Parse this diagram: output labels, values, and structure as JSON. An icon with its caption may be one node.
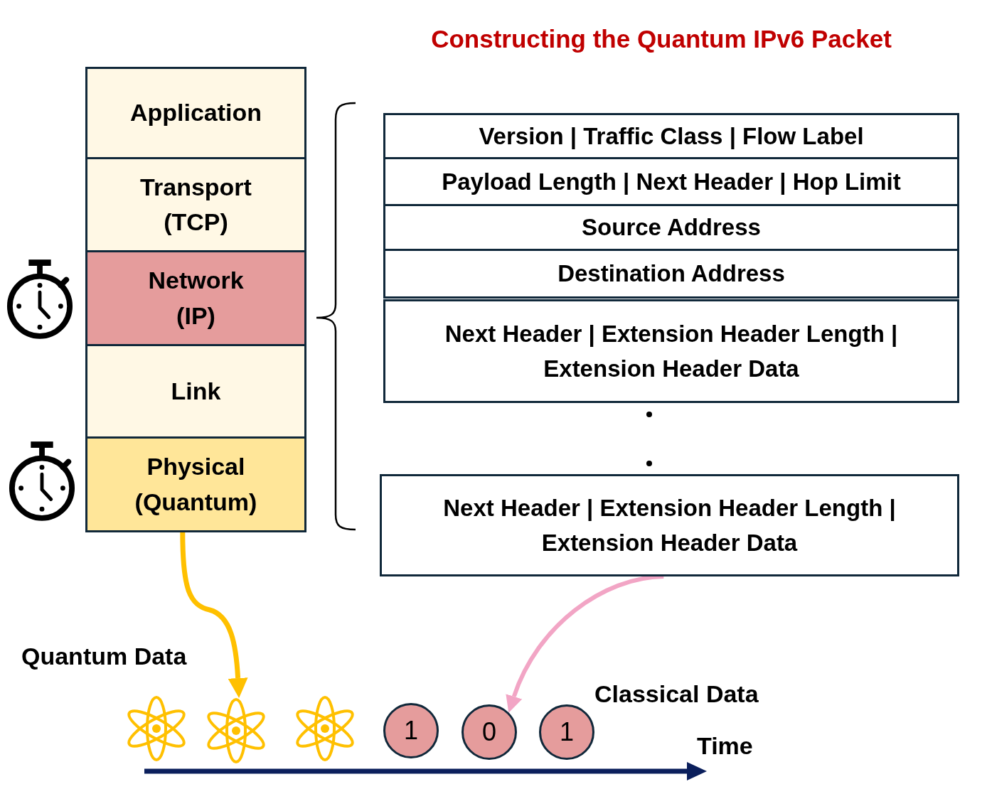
{
  "diagram": {
    "title": "Constructing the Quantum IPv6 Packet",
    "nodes": [
      {
        "text": [
          "Application"
        ]
      },
      {
        "text": [
          "Transport (TCP)"
        ]
      },
      {
        "text": [
          "Network (IP)"
        ]
      },
      {
        "text": [
          "Link"
        ]
      },
      {
        "text": [
          "Physical (Quantum)"
        ]
      },
      {
        "text": [
          "Version | Traffic Class | Flow Label"
        ]
      },
      {
        "text": [
          "Payload Length | Next Header | Hop Limit"
        ]
      },
      {
        "text": [
          "Source Address"
        ]
      },
      {
        "text": [
          "Destination Address"
        ]
      },
      {
        "text": [
          "Next Header | Extension Header Length | Extension Header Data"
        ]
      },
      {
        "text": [
          "Next Header | Extension Header Length | Extension Header Data"
        ]
      },
      {
        "text": [],
        "shape": "picture"
      },
      {
        "text": [],
        "shape": "picture"
      },
      {
        "text": [],
        "shape": "picture"
      },
      {
        "text": [
          "1"
        ]
      },
      {
        "text": [
          "0"
        ]
      },
      {
        "text": [
          "1"
        ]
      }
    ],
    "edges": [
      {
        "from": 4,
        "to": 12,
        "arrow": "to",
        "color": "#ffc000"
      },
      {
        "from": 10,
        "to": 15,
        "arrow": "to",
        "color": "#f2a5c5"
      }
    ],
    "labels": [
      "Quantum Data",
      "Classical Data",
      "Time"
    ]
  }
}
